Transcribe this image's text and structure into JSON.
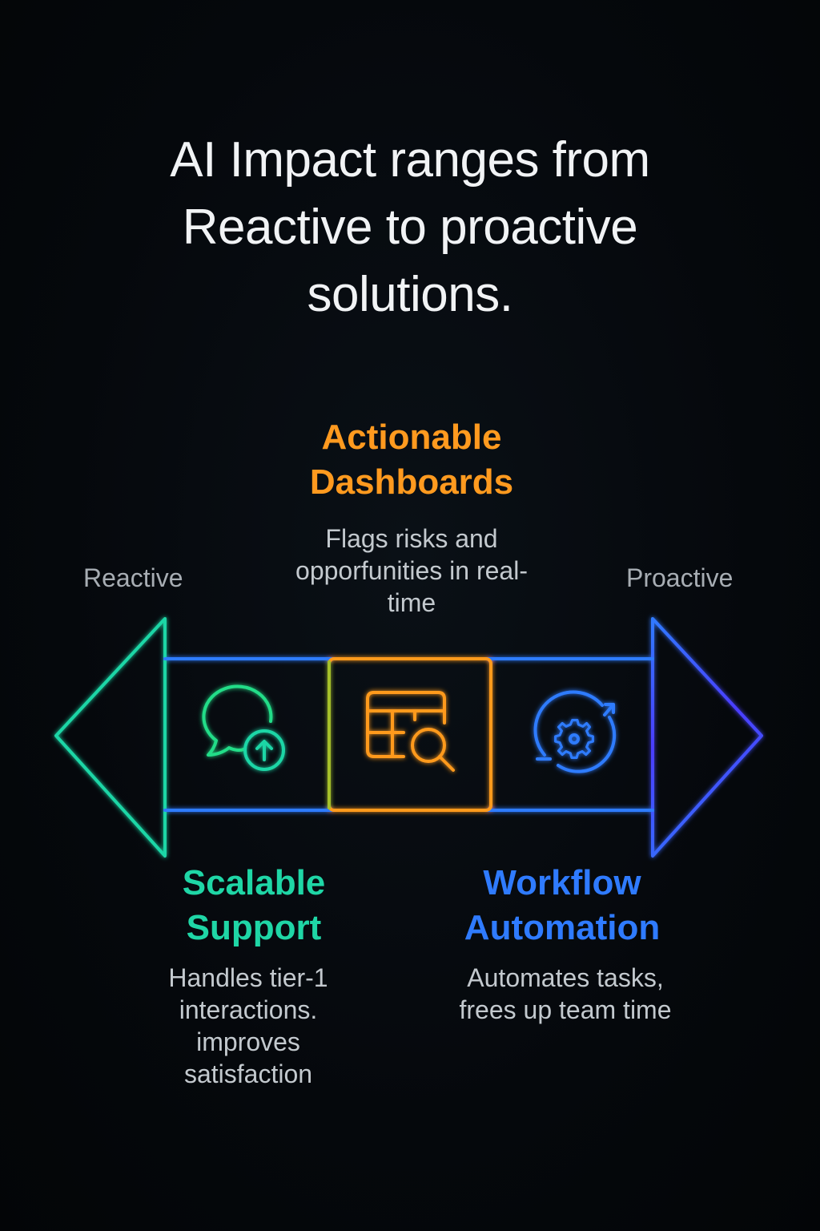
{
  "title": {
    "lines": [
      "AI Impact ranges from",
      "Reactive to proactive",
      "solutions."
    ]
  },
  "spectrum": {
    "left_label": "Reactive",
    "right_label": "Proactive"
  },
  "colors": {
    "green": "#1fd6a6",
    "orange": "#ff9a1f",
    "blue": "#2f7bff",
    "violet": "#4b3dff",
    "text_muted": "#a7adb3"
  },
  "stages": [
    {
      "title_lines": [
        "Scalable",
        "Support"
      ],
      "desc_lines": [
        "Handles tier-1",
        "interactions.",
        "improves",
        "satisfaction"
      ],
      "icon": "chat-bubble-upload-icon",
      "color": "#1fd6a6"
    },
    {
      "title_lines": [
        "Actionable",
        "Dashboards"
      ],
      "desc_lines": [
        "Flags risks and",
        "opporfunities in real-",
        "time"
      ],
      "icon": "table-search-icon",
      "color": "#ff9a1f"
    },
    {
      "title_lines": [
        "Workflow",
        "Automation"
      ],
      "desc_lines": [
        "Automates tasks,",
        "frees up team time"
      ],
      "icon": "gear-cycle-icon",
      "color": "#2f7bff"
    }
  ]
}
